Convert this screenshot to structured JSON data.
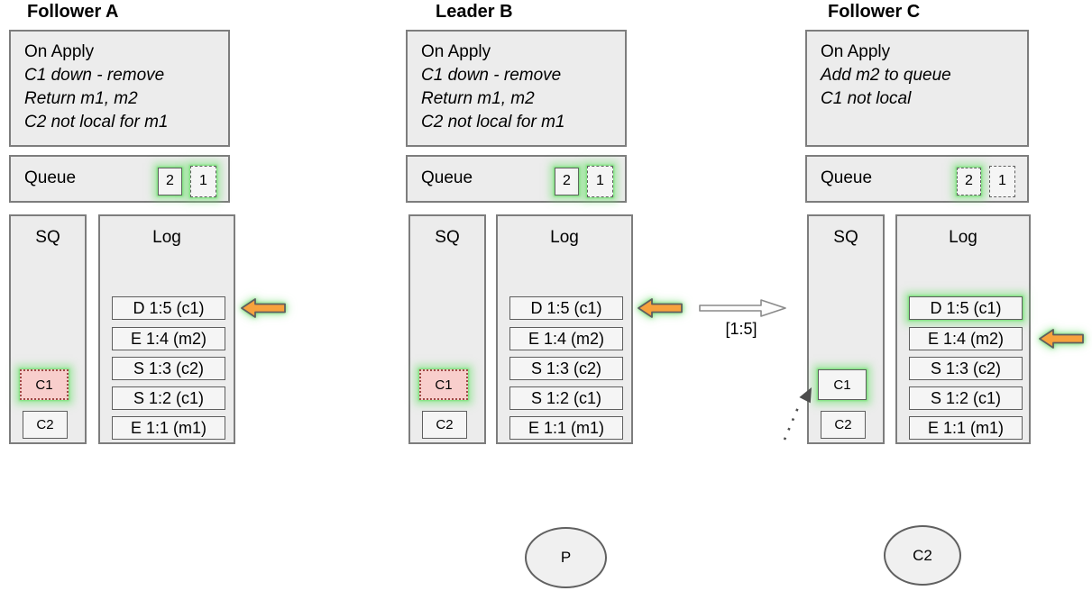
{
  "diagram": {
    "columns": [
      {
        "title": "Follower A",
        "on_apply": {
          "title": "On Apply",
          "lines": [
            "C1 down - remove",
            "Return m1, m2",
            "C2 not local for m1"
          ]
        },
        "queue": {
          "label": "Queue",
          "items": [
            {
              "label": "2",
              "border": "solid",
              "highlighted": true
            },
            {
              "label": "1",
              "border": "dashed",
              "highlighted": true
            }
          ]
        },
        "sq": {
          "title": "SQ",
          "items": [
            {
              "label": "C1",
              "style": "pink-dotted",
              "highlighted": true
            },
            {
              "label": "C2",
              "style": "plain",
              "highlighted": false
            }
          ]
        },
        "log": {
          "title": "Log",
          "entries": [
            {
              "label": "D 1:5 (c1)",
              "highlighted": false,
              "pointer_arrow": true
            },
            {
              "label": "E 1:4 (m2)",
              "highlighted": false,
              "pointer_arrow": false
            },
            {
              "label": "S 1:3 (c2)",
              "highlighted": false,
              "pointer_arrow": false
            },
            {
              "label": "S 1:2 (c1)",
              "highlighted": false,
              "pointer_arrow": false
            },
            {
              "label": "E 1:1 (m1)",
              "highlighted": false,
              "pointer_arrow": false
            }
          ]
        }
      },
      {
        "title": "Leader B",
        "on_apply": {
          "title": "On Apply",
          "lines": [
            "C1 down - remove",
            "Return m1, m2",
            "C2 not local for m1"
          ]
        },
        "queue": {
          "label": "Queue",
          "items": [
            {
              "label": "2",
              "border": "solid",
              "highlighted": true
            },
            {
              "label": "1",
              "border": "dashed",
              "highlighted": true
            }
          ]
        },
        "sq": {
          "title": "SQ",
          "items": [
            {
              "label": "C1",
              "style": "pink-dotted",
              "highlighted": true
            },
            {
              "label": "C2",
              "style": "plain",
              "highlighted": false
            }
          ]
        },
        "log": {
          "title": "Log",
          "entries": [
            {
              "label": "D 1:5 (c1)",
              "highlighted": false,
              "pointer_arrow": true
            },
            {
              "label": "E 1:4 (m2)",
              "highlighted": false,
              "pointer_arrow": false
            },
            {
              "label": "S 1:3 (c2)",
              "highlighted": false,
              "pointer_arrow": false
            },
            {
              "label": "S 1:2 (c1)",
              "highlighted": false,
              "pointer_arrow": false
            },
            {
              "label": "E 1:1 (m1)",
              "highlighted": false,
              "pointer_arrow": false
            }
          ]
        }
      },
      {
        "title": "Follower C",
        "on_apply": {
          "title": "On Apply",
          "lines": [
            "Add m2 to queue",
            "C1 not local"
          ]
        },
        "queue": {
          "label": "Queue",
          "items": [
            {
              "label": "2",
              "border": "dashed",
              "highlighted": true
            },
            {
              "label": "1",
              "border": "dashed",
              "highlighted": false
            }
          ]
        },
        "sq": {
          "title": "SQ",
          "items": [
            {
              "label": "C1",
              "style": "plain",
              "highlighted": true,
              "incoming_dotted_arrow": true
            },
            {
              "label": "C2",
              "style": "plain",
              "highlighted": false
            }
          ]
        },
        "log": {
          "title": "Log",
          "entries": [
            {
              "label": "D 1:5 (c1)",
              "highlighted": true,
              "pointer_arrow": false
            },
            {
              "label": "E 1:4 (m2)",
              "highlighted": false,
              "pointer_arrow": true
            },
            {
              "label": "S 1:3 (c2)",
              "highlighted": false,
              "pointer_arrow": false
            },
            {
              "label": "S 1:2 (c1)",
              "highlighted": false,
              "pointer_arrow": false
            },
            {
              "label": "E 1:1 (m1)",
              "highlighted": false,
              "pointer_arrow": false
            }
          ]
        }
      }
    ],
    "replication_arrow": {
      "label": "[1:5]",
      "direction": "right",
      "from": "Leader B",
      "to": "Follower C"
    },
    "ellipses": [
      {
        "label": "P"
      },
      {
        "label": "C2"
      }
    ],
    "colors": {
      "box_fill": "#ececec",
      "box_border": "#7d7d7d",
      "item_fill": "#f5f5f5",
      "item_border": "#5e5e5e",
      "pink_fill": "#f8cecc",
      "pink_border": "#9e4a46",
      "glow_green": "#72e272",
      "arrow_orange": "#f7a23d",
      "arrow_outline": "#5f5f5f",
      "replication_arrow_fill": "#fdfdfd",
      "replication_arrow_border": "#8a8a8a"
    }
  }
}
